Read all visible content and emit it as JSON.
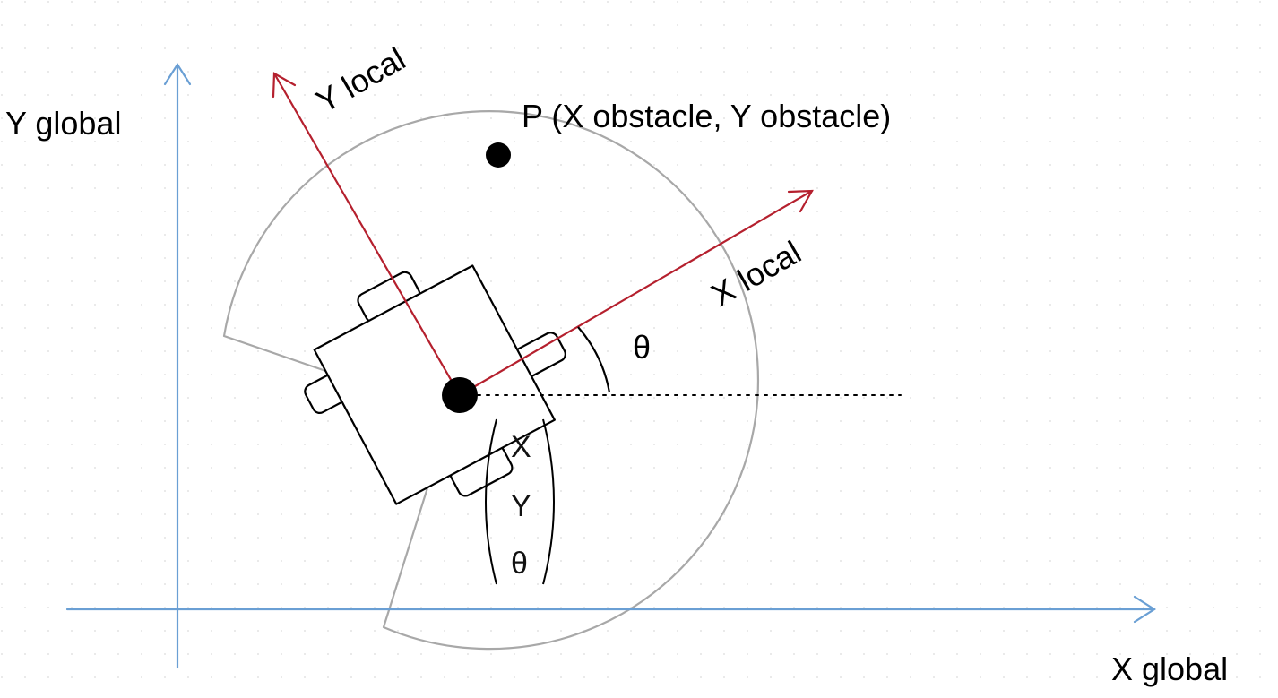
{
  "labels": {
    "y_global": "Y global",
    "x_global": "X global",
    "y_local": "Y local",
    "x_local": "X local",
    "point_p": "P (X obstacle, Y obstacle)",
    "theta": "θ"
  },
  "state_vector": [
    "X",
    "Y",
    "θ"
  ],
  "colors": {
    "global_axis": "#6a9fd4",
    "local_axis": "#b5202e",
    "sensor_arc": "#a8a8a8",
    "robot": "#000000",
    "background_dots": "#e2e2e2"
  }
}
